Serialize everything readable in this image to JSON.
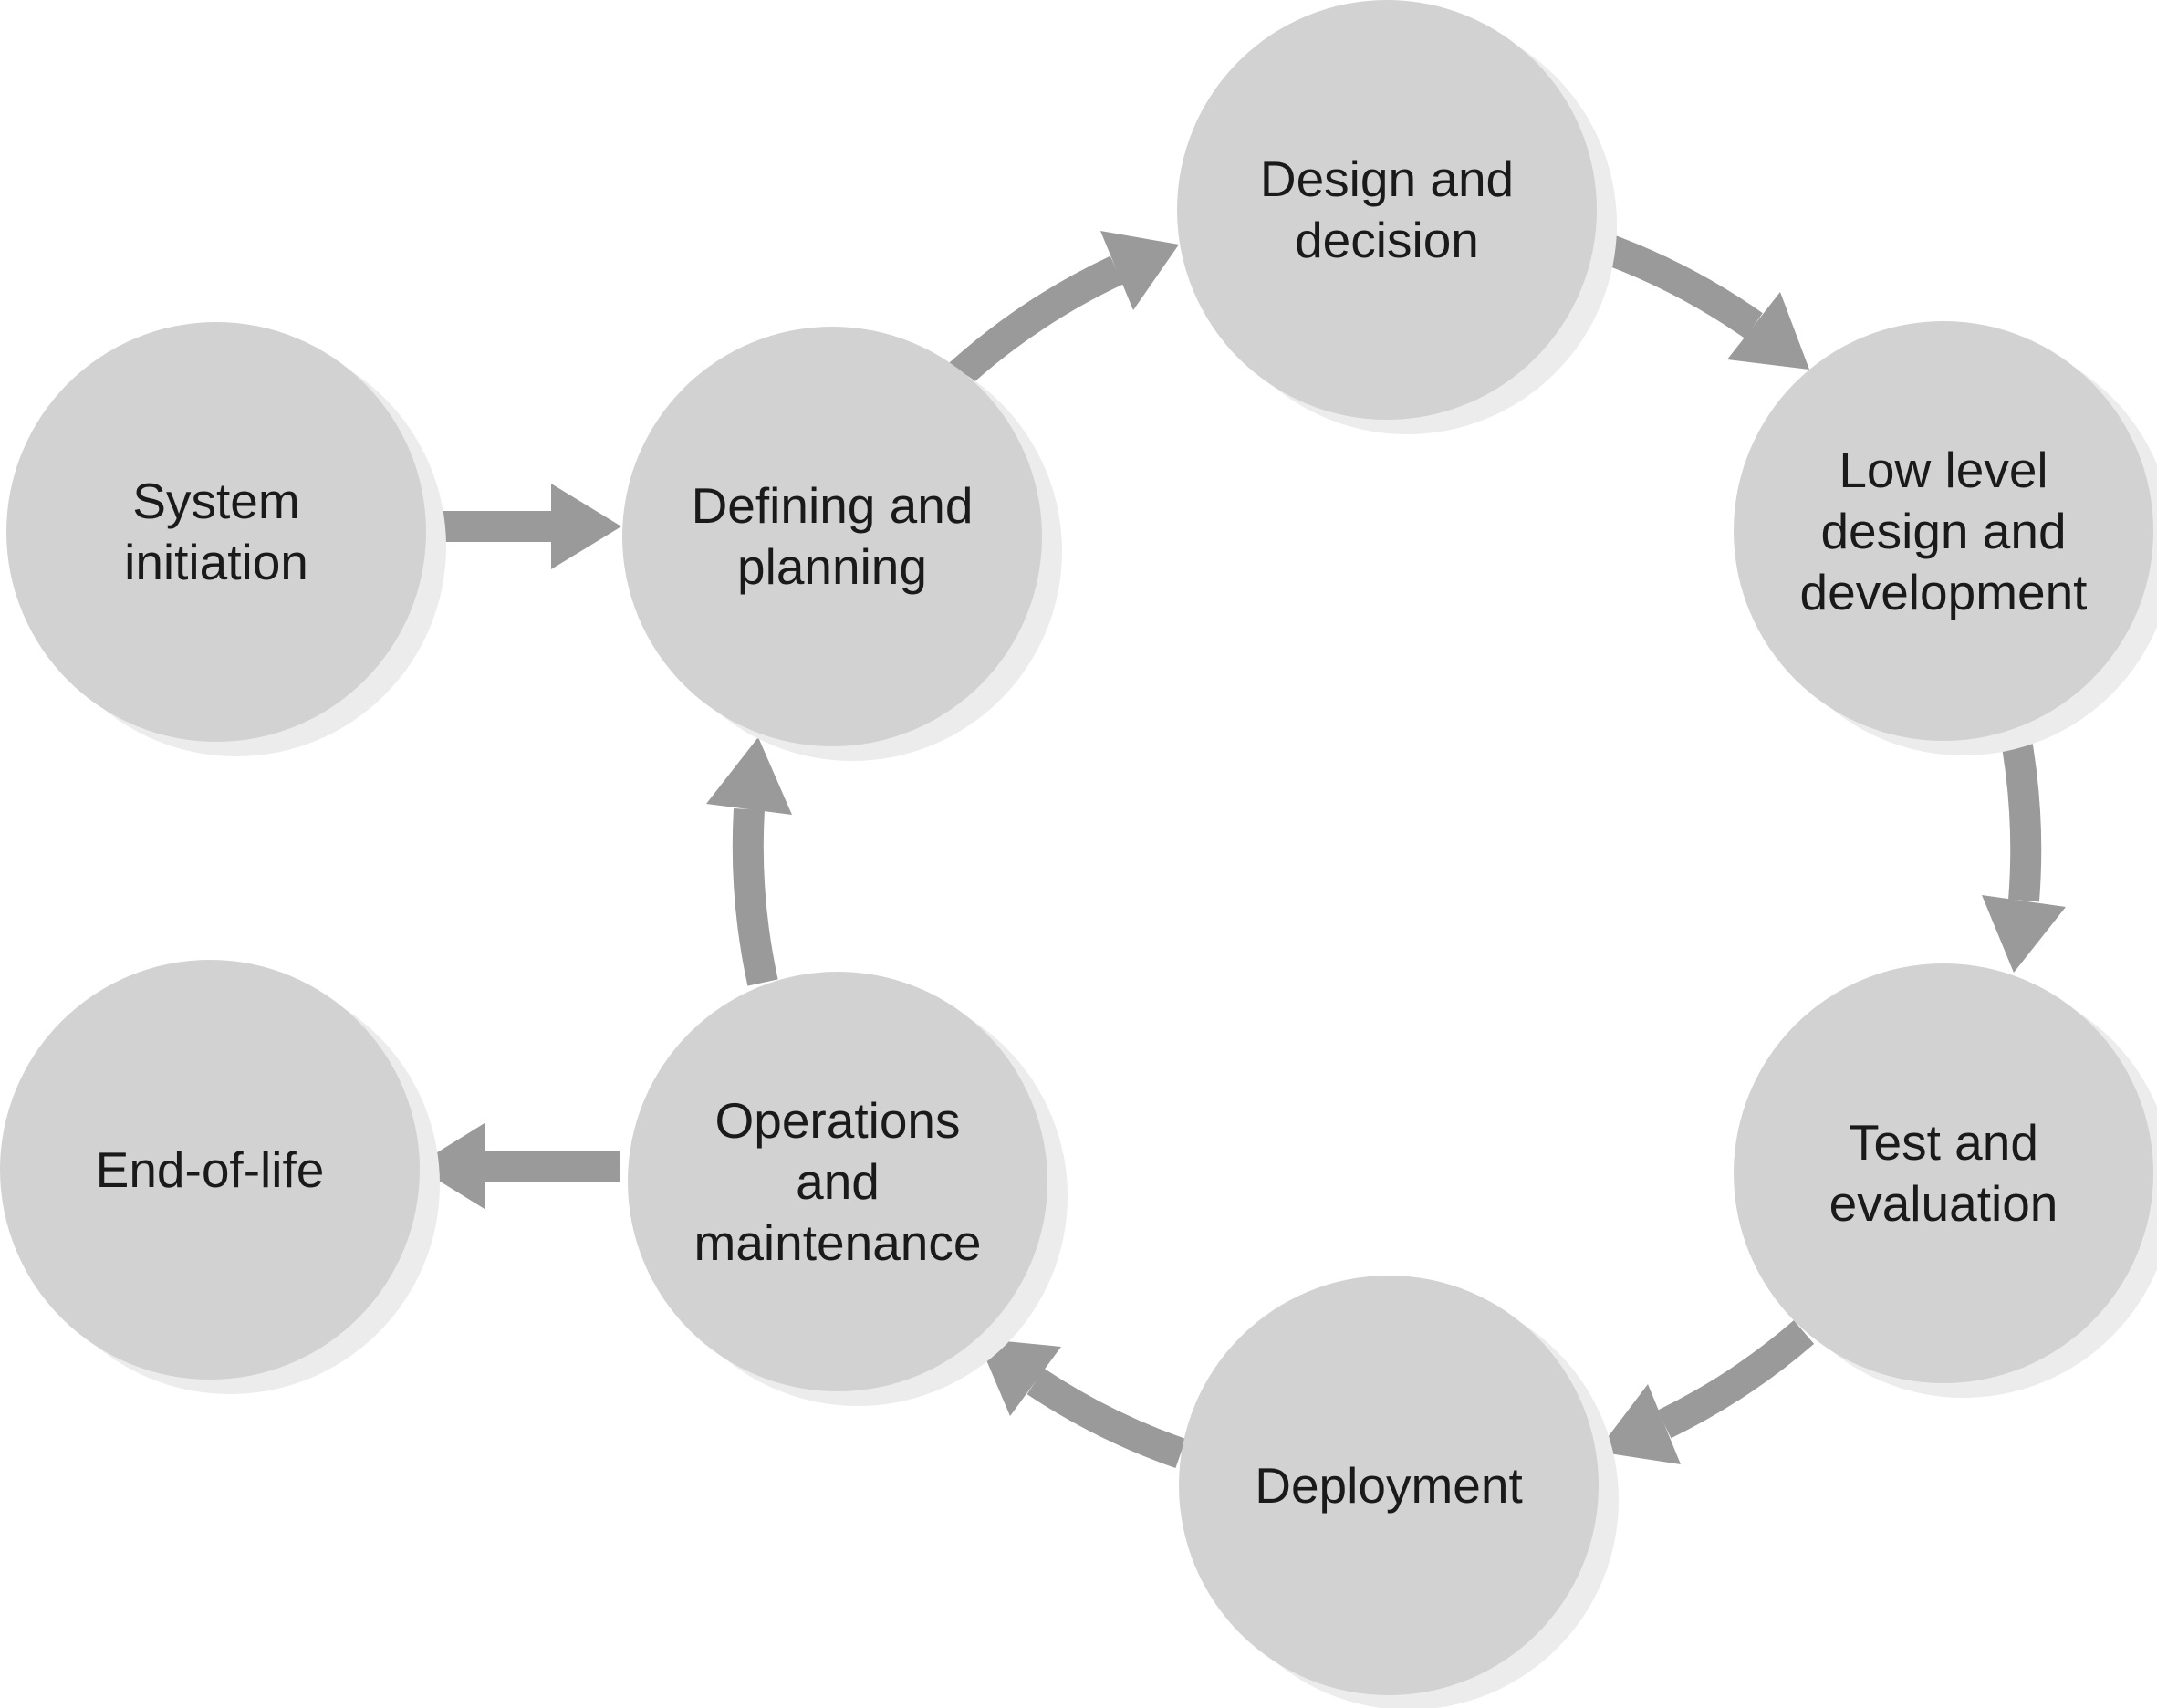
{
  "diagram": {
    "type": "cycle-flowchart",
    "description_visible": false,
    "colors": {
      "background": "#ffffff",
      "node_fill": "#d2d2d2",
      "node_shadow": "#ececec",
      "arrow": "#9a9a9a",
      "text": "#1a1a1a"
    },
    "nodes": [
      {
        "id": "system_initiation",
        "label": "System\ninitiation"
      },
      {
        "id": "defining_planning",
        "label": "Defining and\nplanning"
      },
      {
        "id": "design_decision",
        "label": "Design and\ndecision"
      },
      {
        "id": "low_level_design_dev",
        "label": "Low level\ndesign and\ndevelopment"
      },
      {
        "id": "test_evaluation",
        "label": "Test and\nevaluation"
      },
      {
        "id": "deployment",
        "label": "Deployment"
      },
      {
        "id": "operations_maintenance",
        "label": "Operations\nand\nmaintenance"
      },
      {
        "id": "end_of_life",
        "label": "End-of-life"
      }
    ],
    "edges": [
      {
        "from": "system_initiation",
        "to": "defining_planning",
        "style": "straight"
      },
      {
        "from": "defining_planning",
        "to": "design_decision",
        "style": "arc"
      },
      {
        "from": "design_decision",
        "to": "low_level_design_dev",
        "style": "arc"
      },
      {
        "from": "low_level_design_dev",
        "to": "test_evaluation",
        "style": "arc"
      },
      {
        "from": "test_evaluation",
        "to": "deployment",
        "style": "arc"
      },
      {
        "from": "deployment",
        "to": "operations_maintenance",
        "style": "arc"
      },
      {
        "from": "operations_maintenance",
        "to": "defining_planning",
        "style": "arc"
      },
      {
        "from": "operations_maintenance",
        "to": "end_of_life",
        "style": "straight"
      }
    ]
  }
}
